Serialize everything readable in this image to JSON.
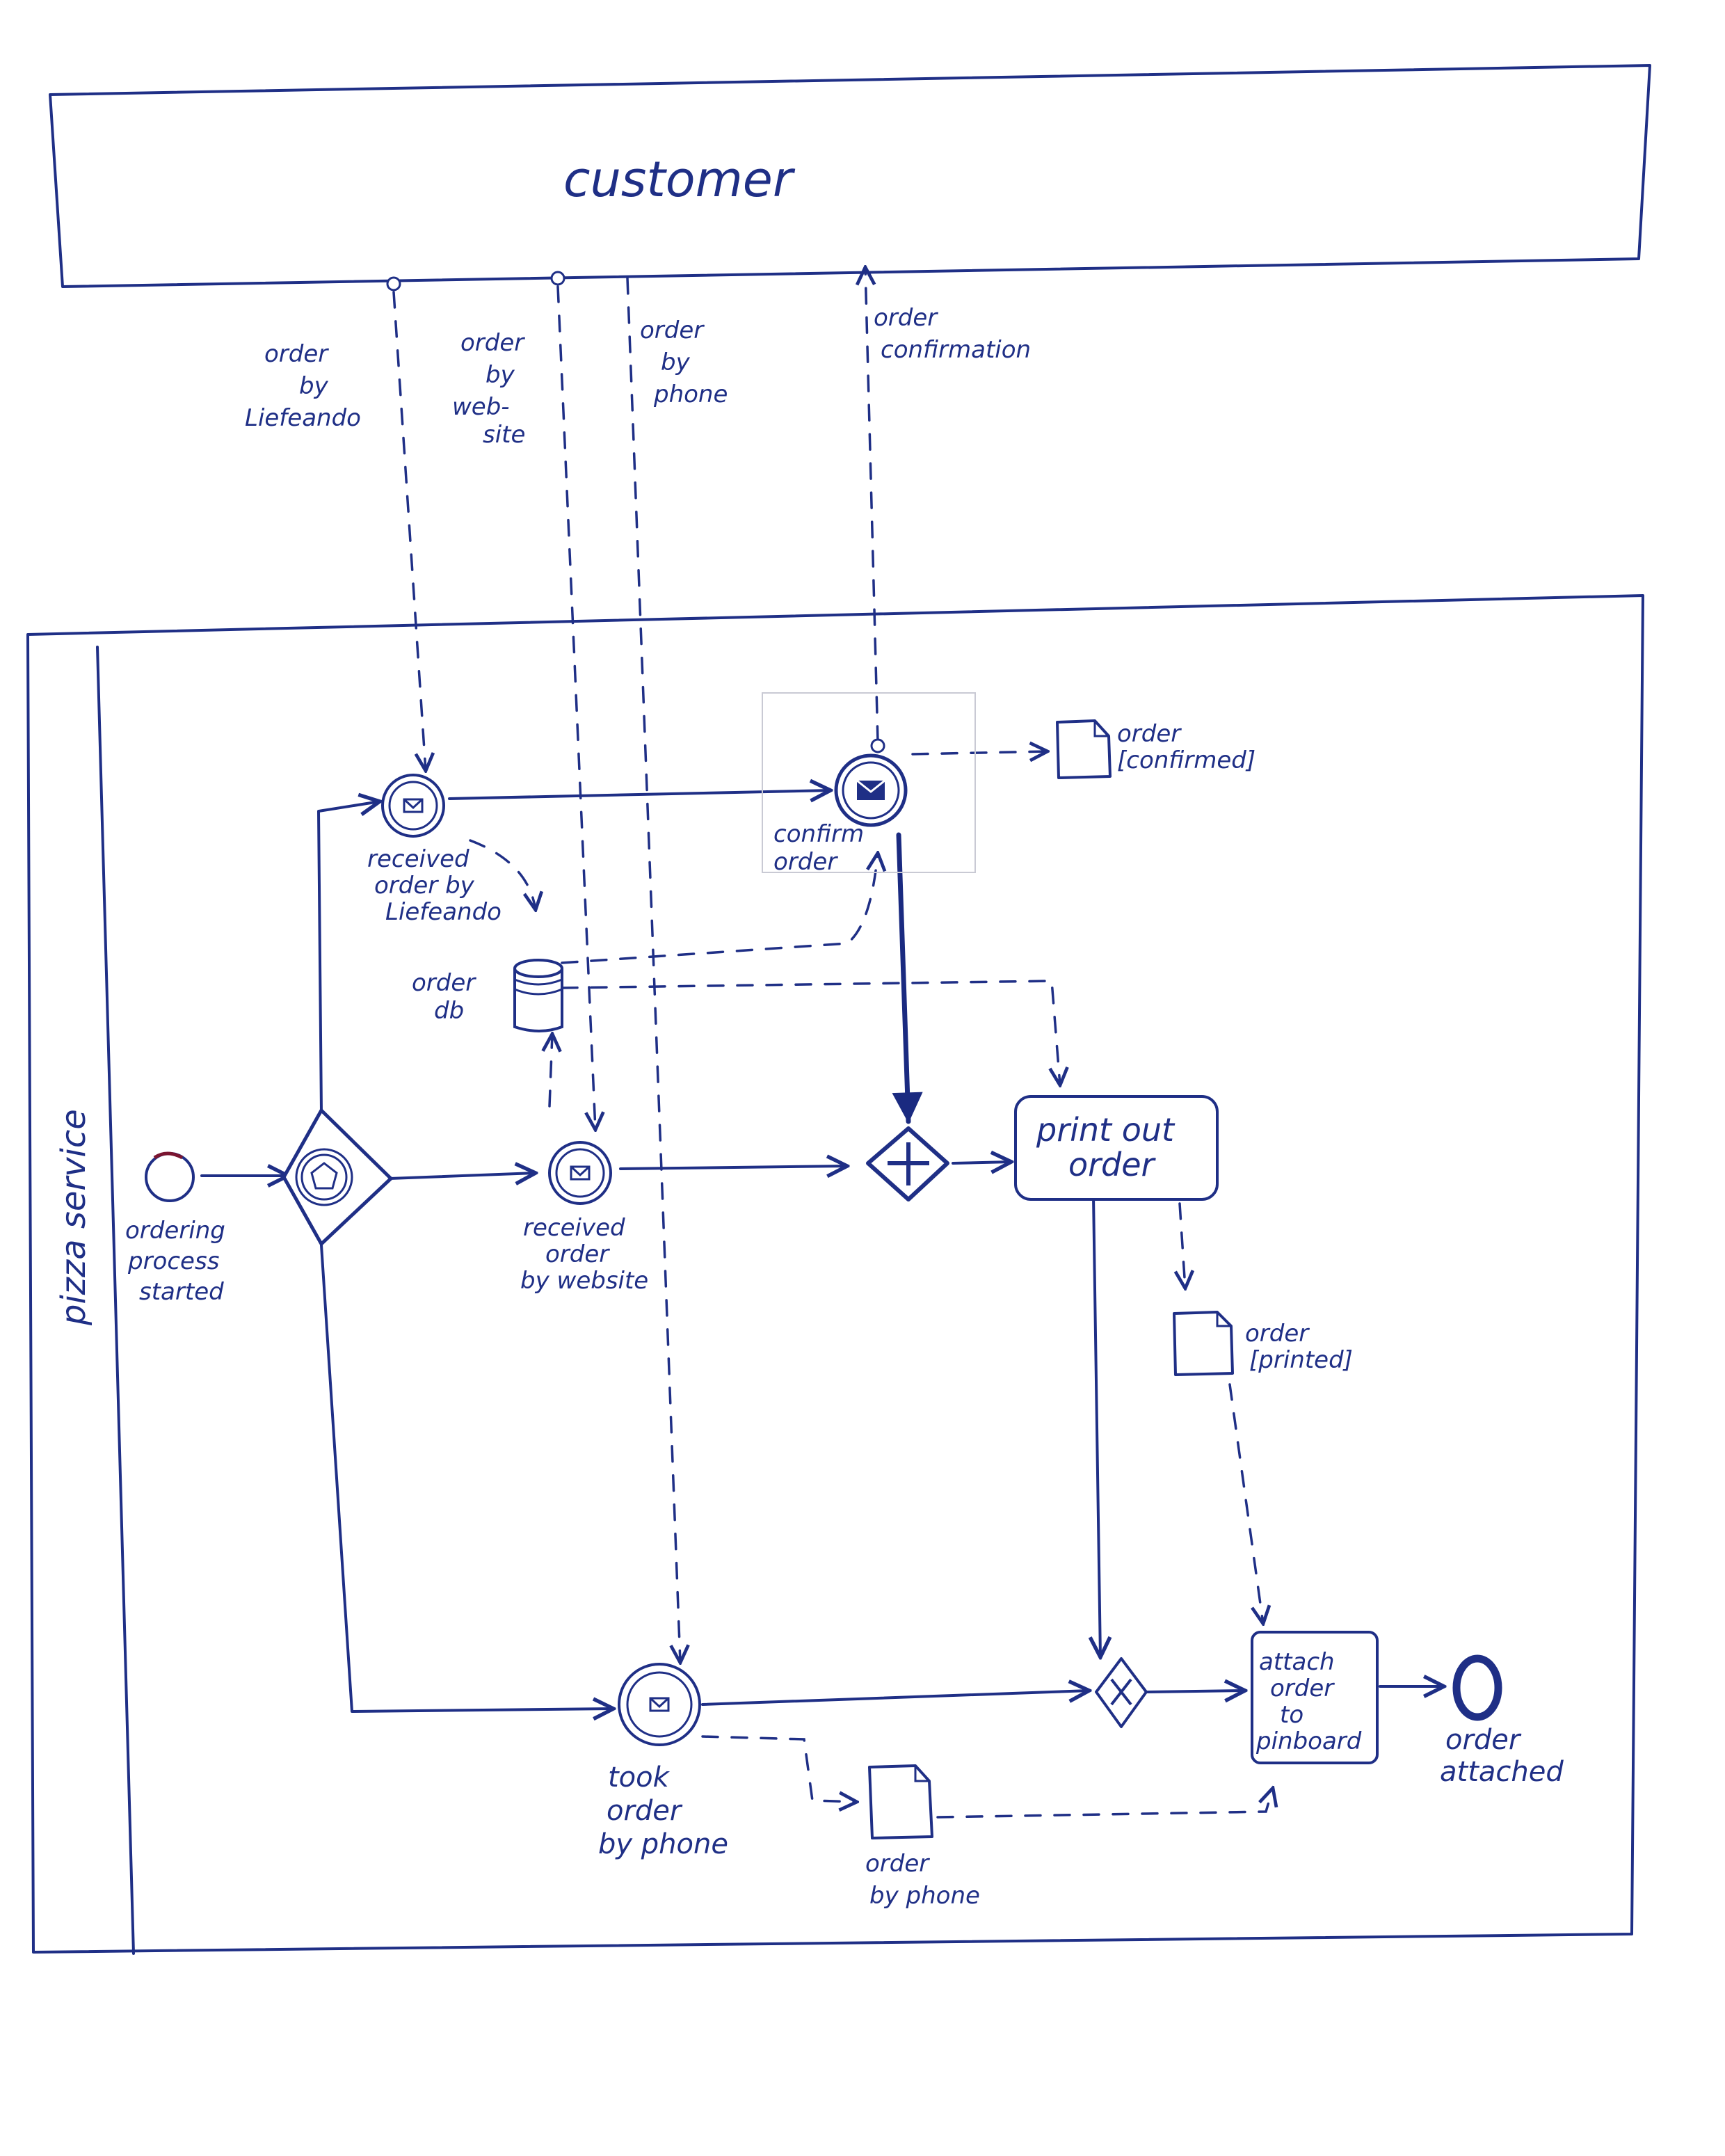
{
  "pools": {
    "customer": "customer",
    "pizza_service": "pizza service"
  },
  "flows": {
    "order_by_lieferando": [
      "order",
      "by",
      "Liefeando"
    ],
    "order_by_website": [
      "order",
      "by",
      "web-",
      "site"
    ],
    "order_by_phone": [
      "order",
      "by",
      "phone"
    ],
    "order_confirmation": [
      "order",
      "confirmation"
    ]
  },
  "nodes": {
    "start": [
      "ordering",
      "process",
      "started"
    ],
    "received_lieferando": [
      "received",
      "order by",
      "Liefeando"
    ],
    "received_website": [
      "received",
      "order",
      "by website"
    ],
    "took_phone": [
      "took",
      "order",
      "by phone"
    ],
    "confirm_order": [
      "confirm",
      "order"
    ],
    "print_out_order": [
      "print out",
      "order"
    ],
    "attach_order": [
      "attach",
      "order",
      "to",
      "pinboard"
    ],
    "end": [
      "order",
      "attached"
    ]
  },
  "artifacts": {
    "order_db": [
      "order",
      "db"
    ],
    "order_confirmed": [
      "order",
      "[confirmed]"
    ],
    "order_printed": [
      "order",
      "[printed]"
    ],
    "order_by_phone_doc": [
      "order",
      "by phone"
    ]
  },
  "icons": [
    "message-icon",
    "pentagon-icon",
    "plus-icon",
    "x-icon",
    "database-icon",
    "document-icon"
  ],
  "colors": {
    "ink": "#1f2f86"
  }
}
